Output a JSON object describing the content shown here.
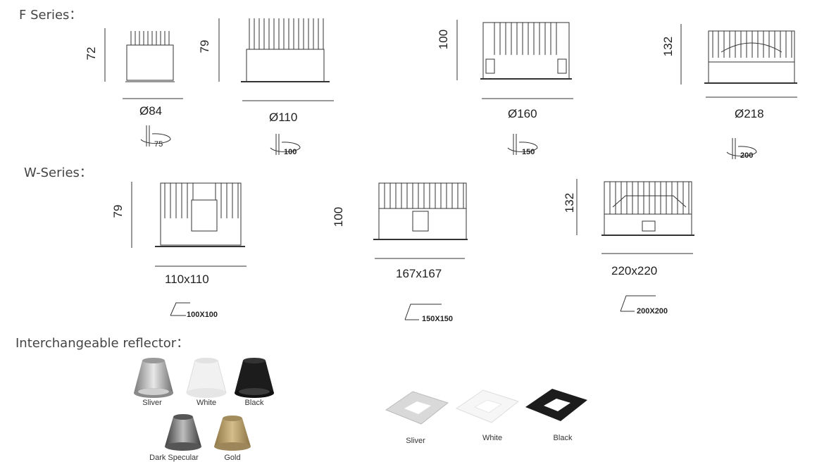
{
  "sections": {
    "f_series": "F Series：",
    "w_series": "W-Series：",
    "reflector": "Interchangeable reflector："
  },
  "f_series": [
    {
      "height": "72",
      "diameter": "Ø84",
      "cutout": "75"
    },
    {
      "height": "79",
      "diameter": "Ø110",
      "cutout": "100"
    },
    {
      "height": "100",
      "diameter": "Ø160",
      "cutout": "150"
    },
    {
      "height": "132",
      "diameter": "Ø218",
      "cutout": "200"
    }
  ],
  "w_series": [
    {
      "height": "79",
      "size": "110x110",
      "cutout": "100X100"
    },
    {
      "height": "100",
      "size": "167x167",
      "cutout": "150X150"
    },
    {
      "height": "132",
      "size": "220x220",
      "cutout": "200X200"
    }
  ],
  "round_reflectors": [
    {
      "label": "Sliver",
      "color": "#a9a9a9"
    },
    {
      "label": "White",
      "color": "#f2f2f2"
    },
    {
      "label": "Black",
      "color": "#1c1c1c"
    },
    {
      "label": "Dark Specular",
      "color": "#5c5c5c"
    },
    {
      "label": "Gold",
      "color": "#b59a64"
    }
  ],
  "square_reflectors": [
    {
      "label": "Sliver",
      "color": "#c4c4c4"
    },
    {
      "label": "White",
      "color": "#f4f4f4"
    },
    {
      "label": "Black",
      "color": "#1c1c1c"
    }
  ]
}
